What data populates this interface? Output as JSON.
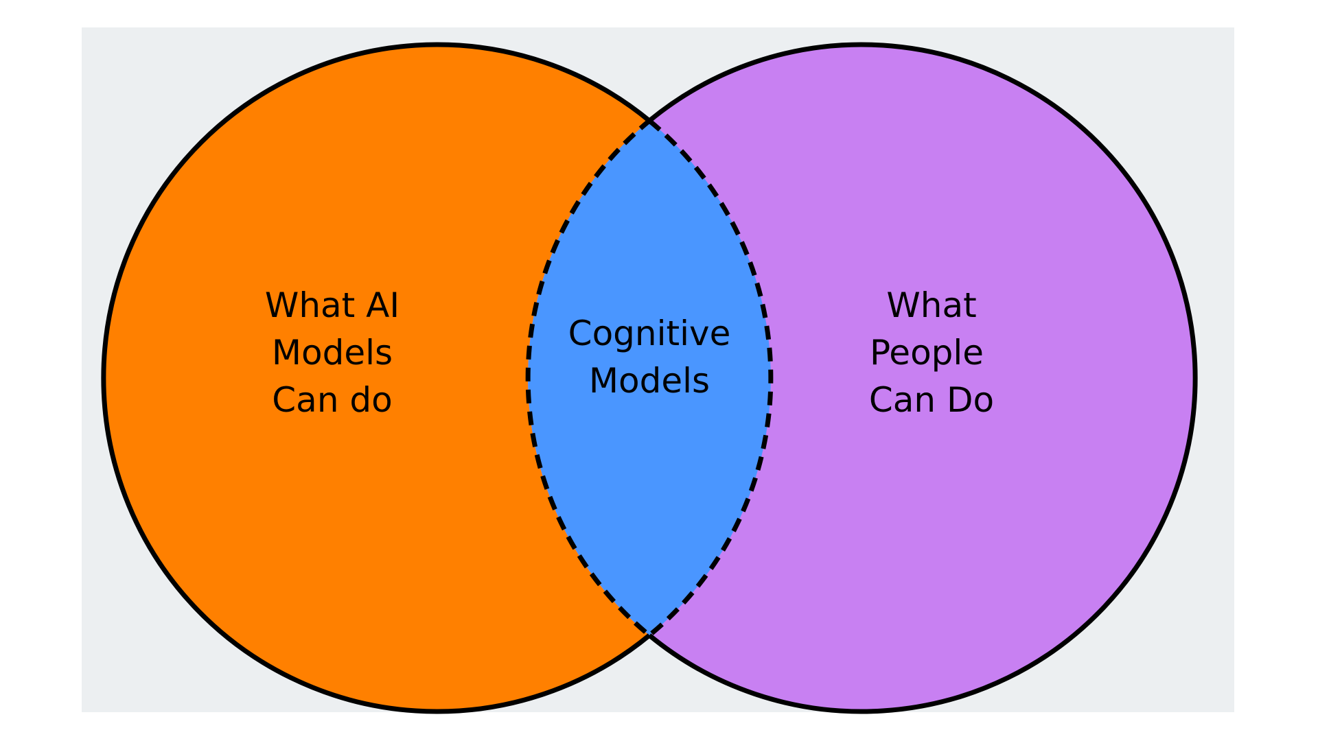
{
  "colors": {
    "background": "#ECEFF1",
    "left_circle": "#FF8000",
    "right_circle": "#C880F2",
    "overlap": "#4A96FF",
    "stroke": "#000000"
  },
  "left": {
    "lines": [
      "What AI",
      "Models",
      "Can do"
    ]
  },
  "overlap": {
    "lines": [
      "Cognitive",
      "Models"
    ]
  },
  "right": {
    "lines": [
      "What",
      "People",
      "Can Do"
    ]
  }
}
